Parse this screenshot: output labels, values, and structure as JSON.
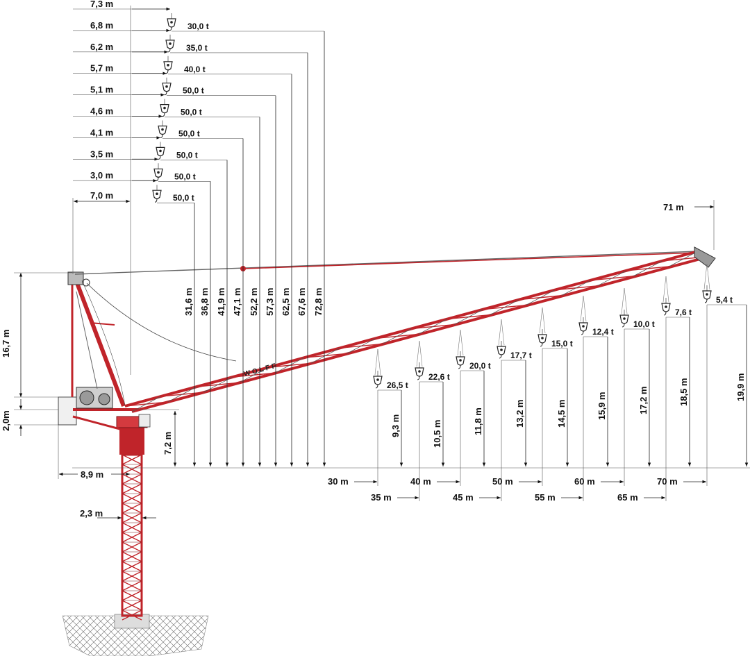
{
  "brand": {
    "name": "WOLFF",
    "red": "#c0242a"
  },
  "steep_positions": [
    {
      "radius": "7,3 m",
      "load": "30,0 t",
      "height": "72,8 m"
    },
    {
      "radius": "6,8 m",
      "load": "35,0 t",
      "height": "67,6 m"
    },
    {
      "radius": "6,2 m",
      "load": "40,0 t",
      "height": "62,5 m"
    },
    {
      "radius": "5,7 m",
      "load": "50,0 t",
      "height": "57,3 m"
    },
    {
      "radius": "5,1 m",
      "load": "50,0 t",
      "height": "52,2 m"
    },
    {
      "radius": "4,6 m",
      "load": "50,0 t",
      "height": "47,1 m"
    },
    {
      "radius": "4,1 m",
      "load": "50,0 t",
      "height": "41,9 m"
    },
    {
      "radius": "3,5 m",
      "load": "50,0 t",
      "height": "36,8 m"
    },
    {
      "radius": "3,0 m",
      "load": "50,0 t",
      "height": "31,6 m"
    },
    {
      "radius": "7,0 m"
    }
  ],
  "jib_positions": [
    {
      "load": "26,5 t",
      "height": "9,3 m",
      "radius": "30 m"
    },
    {
      "load": "22,6 t",
      "height": "10,5 m",
      "radius": "35 m"
    },
    {
      "load": "20,0 t",
      "height": "11,8 m",
      "radius": "40 m"
    },
    {
      "load": "17,7 t",
      "height": "13,2 m",
      "radius": "45 m"
    },
    {
      "load": "15,0 t",
      "height": "14,5 m",
      "radius": "50 m"
    },
    {
      "load": "12,4 t",
      "height": "15,9 m",
      "radius": "55 m"
    },
    {
      "load": "10,0 t",
      "height": "17,2 m",
      "radius": "60 m"
    },
    {
      "load": "7,6 t",
      "height": "18,5 m",
      "radius": "65 m"
    },
    {
      "load": "5,4 t",
      "height": "19,9 m",
      "radius": "70 m"
    }
  ],
  "dims": {
    "max_radius": "71 m",
    "a_frame_height": "16,7 m",
    "counter_jib_height": "2,0m",
    "pivot_height": "7,2 m",
    "tail_radius": "8,9 m",
    "tower_width": "2,3  m"
  }
}
